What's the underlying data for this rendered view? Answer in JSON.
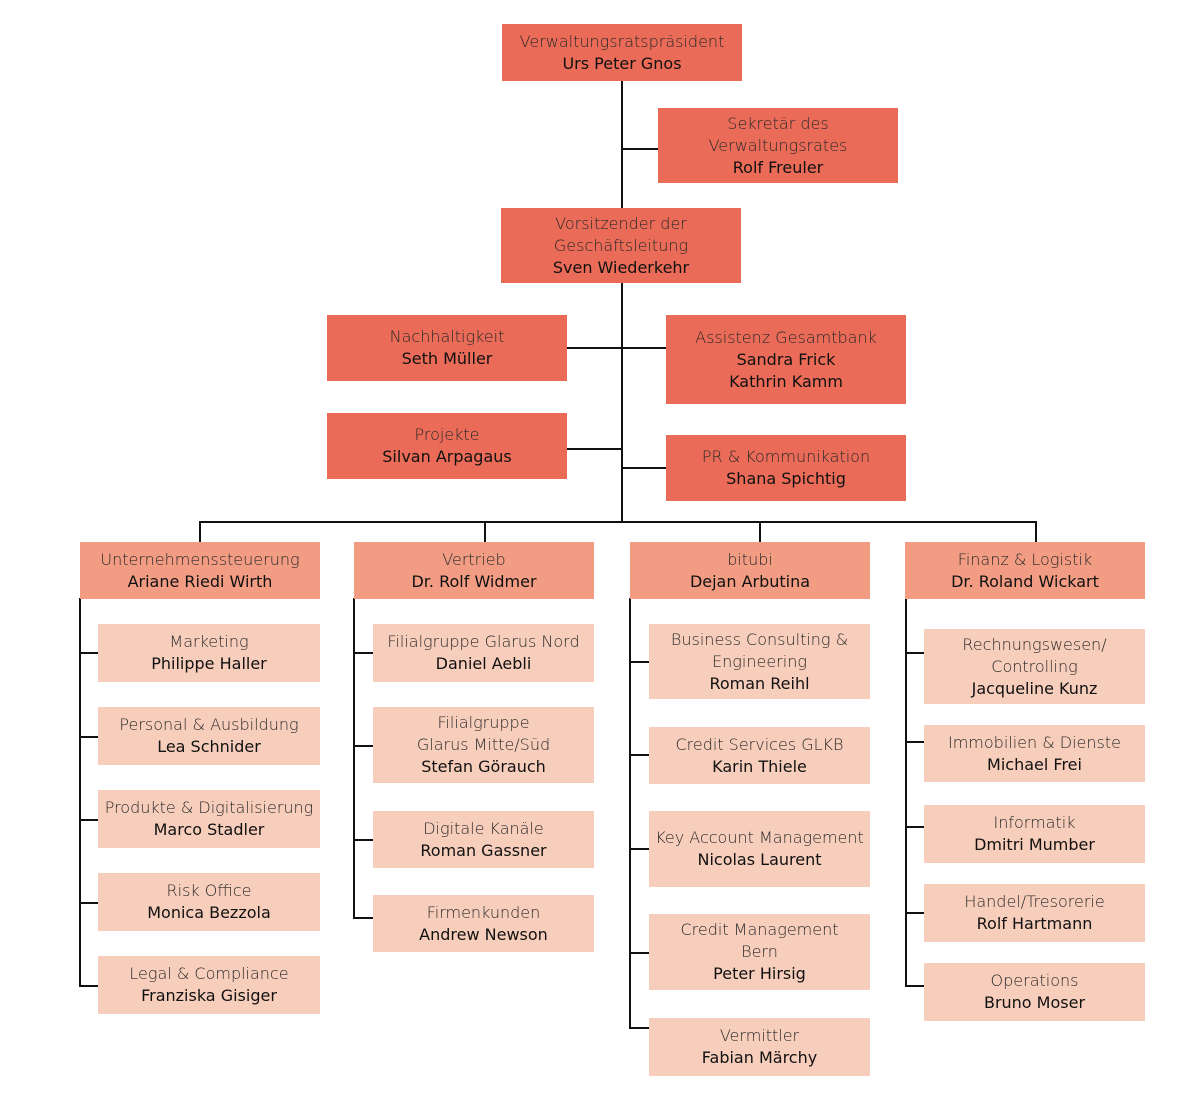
{
  "nodes": {
    "vrp": {
      "role": [
        "Verwaltungsratspräsident"
      ],
      "names": [
        "Urs Peter Gnos"
      ],
      "color": "#ea6b57"
    },
    "sekretaer": {
      "role": [
        "Sekretär des",
        "Verwaltungsrates"
      ],
      "names": [
        "Rolf Freuler"
      ],
      "color": "#ea6b57"
    },
    "ceo": {
      "role": [
        "Vorsitzender der",
        "Geschäftsleitung"
      ],
      "names": [
        "Sven Wiederkehr"
      ],
      "color": "#ea6b57"
    },
    "nachhaltigkeit": {
      "role": [
        "Nachhaltigkeit"
      ],
      "names": [
        "Seth Müller"
      ],
      "color": "#ea6b57"
    },
    "assistenz": {
      "role": [
        "Assistenz Gesamtbank"
      ],
      "names": [
        "Sandra Frick",
        "Kathrin Kamm"
      ],
      "color": "#ea6b57"
    },
    "projekte": {
      "role": [
        "Projekte"
      ],
      "names": [
        "Silvan Arpagaus"
      ],
      "color": "#ea6b57"
    },
    "pr": {
      "role": [
        "PR & Kommunikation"
      ],
      "names": [
        "Shana Spichtig"
      ],
      "color": "#ea6b57"
    },
    "unternehmenssteuerung": {
      "role": [
        "Unternehmenssteuerung"
      ],
      "names": [
        "Ariane Riedi Wirth"
      ],
      "color": "#f29c83"
    },
    "vertrieb": {
      "role": [
        "Vertrieb"
      ],
      "names": [
        "Dr. Rolf Widmer"
      ],
      "color": "#f29c83"
    },
    "bitubi": {
      "role": [
        "bitubi"
      ],
      "names": [
        "Dejan Arbutina"
      ],
      "color": "#f29c83"
    },
    "finanz": {
      "role": [
        "Finanz & Logistik"
      ],
      "names": [
        "Dr. Roland Wickart"
      ],
      "color": "#f29c83"
    },
    "marketing": {
      "role": [
        "Marketing"
      ],
      "names": [
        "Philippe Haller"
      ],
      "color": "#f7cdbb"
    },
    "personal": {
      "role": [
        "Personal & Ausbildung"
      ],
      "names": [
        "Lea Schnider"
      ],
      "color": "#f7cdbb"
    },
    "produkte": {
      "role": [
        "Produkte & Digitalisierung"
      ],
      "names": [
        "Marco Stadler"
      ],
      "color": "#f7cdbb"
    },
    "risk": {
      "role": [
        "Risk Office"
      ],
      "names": [
        "Monica Bezzola"
      ],
      "color": "#f7cdbb"
    },
    "legal": {
      "role": [
        "Legal & Compliance"
      ],
      "names": [
        "Franziska Gisiger"
      ],
      "color": "#f7cdbb"
    },
    "filial_nord": {
      "role": [
        "Filialgruppe Glarus Nord"
      ],
      "names": [
        "Daniel Aebli"
      ],
      "color": "#f7cdbb"
    },
    "filial_mitte": {
      "role": [
        "Filialgruppe",
        "Glarus Mitte/Süd"
      ],
      "names": [
        "Stefan Görauch"
      ],
      "color": "#f7cdbb"
    },
    "digitale": {
      "role": [
        "Digitale Kanäle"
      ],
      "names": [
        "Roman Gassner"
      ],
      "color": "#f7cdbb"
    },
    "firmenkunden": {
      "role": [
        "Firmenkunden"
      ],
      "names": [
        "Andrew Newson"
      ],
      "color": "#f7cdbb"
    },
    "consulting": {
      "role": [
        "Business Consulting &",
        "Engineering"
      ],
      "names": [
        "Roman Reihl"
      ],
      "color": "#f7cdbb"
    },
    "credit_services": {
      "role": [
        "Credit Services GLKB"
      ],
      "names": [
        "Karin Thiele"
      ],
      "color": "#f7cdbb"
    },
    "key_account": {
      "role": [
        "Key Account Management"
      ],
      "names": [
        "Nicolas Laurent"
      ],
      "color": "#f7cdbb"
    },
    "credit_mgmt": {
      "role": [
        "Credit Management",
        "Bern"
      ],
      "names": [
        "Peter Hirsig"
      ],
      "color": "#f7cdbb"
    },
    "vermittler": {
      "role": [
        "Vermittler"
      ],
      "names": [
        "Fabian Märchy"
      ],
      "color": "#f7cdbb"
    },
    "rechnungswesen": {
      "role": [
        "Rechnungswesen/",
        "Controlling"
      ],
      "names": [
        "Jacqueline Kunz"
      ],
      "color": "#f7cdbb"
    },
    "immobilien": {
      "role": [
        "Immobilien & Dienste"
      ],
      "names": [
        "Michael Frei"
      ],
      "color": "#f7cdbb"
    },
    "informatik": {
      "role": [
        "Informatik"
      ],
      "names": [
        "Dmitri Mumber"
      ],
      "color": "#f7cdbb"
    },
    "handel": {
      "role": [
        "Handel/Tresorerie"
      ],
      "names": [
        "Rolf Hartmann"
      ],
      "color": "#f7cdbb"
    },
    "operations": {
      "role": [
        "Operations"
      ],
      "names": [
        "Bruno Moser"
      ],
      "color": "#f7cdbb"
    }
  }
}
